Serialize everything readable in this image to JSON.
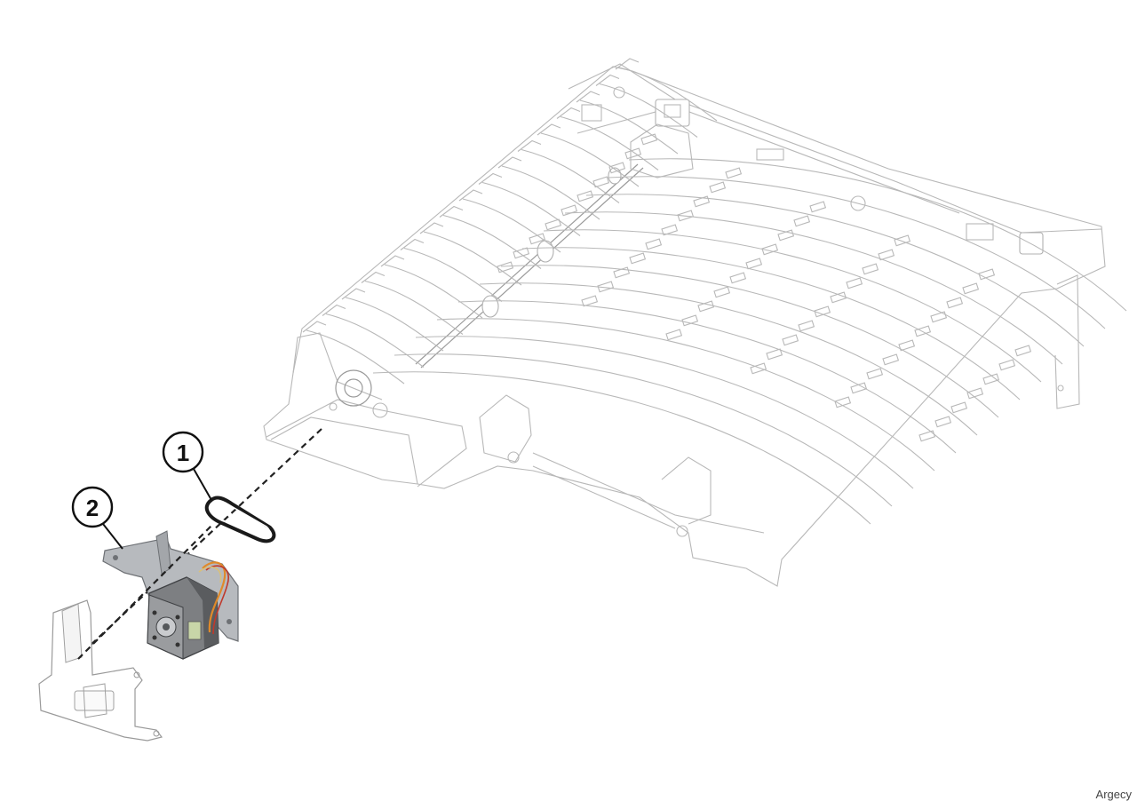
{
  "callouts": [
    {
      "number": "1",
      "part": "belt"
    },
    {
      "number": "2",
      "part": "motor-assembly"
    }
  ],
  "watermark": "Argecy",
  "colors": {
    "outline": "#b8b8b8",
    "callout": "#111111",
    "motor_body": "#8c8c8c",
    "bracket": "#a9acb0",
    "wire_orange": "#e08a2a",
    "wire_red": "#c0392b"
  }
}
